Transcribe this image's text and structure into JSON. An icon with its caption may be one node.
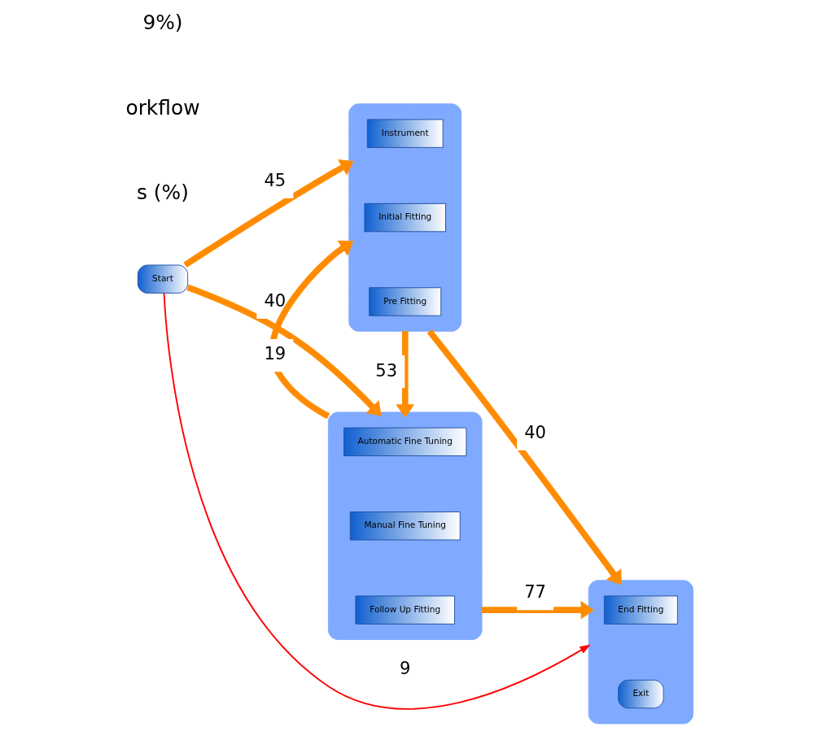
{
  "diagram": {
    "nodes": [
      {
        "text": [
          "Start"
        ]
      },
      {
        "text": [],
        "shape": "box"
      },
      {
        "text": [
          "Instrument"
        ],
        "in": 1
      },
      {
        "text": [
          "Initial Fitting"
        ],
        "in": 1
      },
      {
        "text": [
          "Pre Fitting"
        ],
        "in": 1
      },
      {
        "text": [],
        "shape": "box"
      },
      {
        "text": [
          "Automatic Fine Tuning"
        ],
        "in": 5
      },
      {
        "text": [
          "Manual Fine Tuning"
        ],
        "in": 5
      },
      {
        "text": [
          "Follow Up Fitting"
        ],
        "in": 5
      },
      {
        "text": [],
        "shape": "box"
      },
      {
        "text": [
          "End Fitting"
        ],
        "in": 9
      },
      {
        "text": [
          "Exit"
        ],
        "in": 9
      }
    ],
    "edges": [
      {
        "from": 0,
        "to": 1,
        "arrow": "to",
        "label": "45"
      },
      {
        "from": 1,
        "to": 9,
        "arrow": "to",
        "label": "40"
      },
      {
        "from": 1,
        "to": 5,
        "arrow": "to",
        "label": "53"
      },
      {
        "from": 5,
        "to": 1,
        "arrow": "to",
        "label": "19"
      },
      {
        "from": 0,
        "to": 5,
        "arrow": "to",
        "label": "40"
      },
      {
        "from": 5,
        "to": 9,
        "arrow": "to",
        "label": "77"
      },
      {
        "from": 0,
        "to": 9,
        "arrow": "to",
        "label": "9",
        "color": "#ff0000"
      }
    ],
    "labels": [
      "s (%)",
      "orkflow",
      "9%)"
    ]
  }
}
